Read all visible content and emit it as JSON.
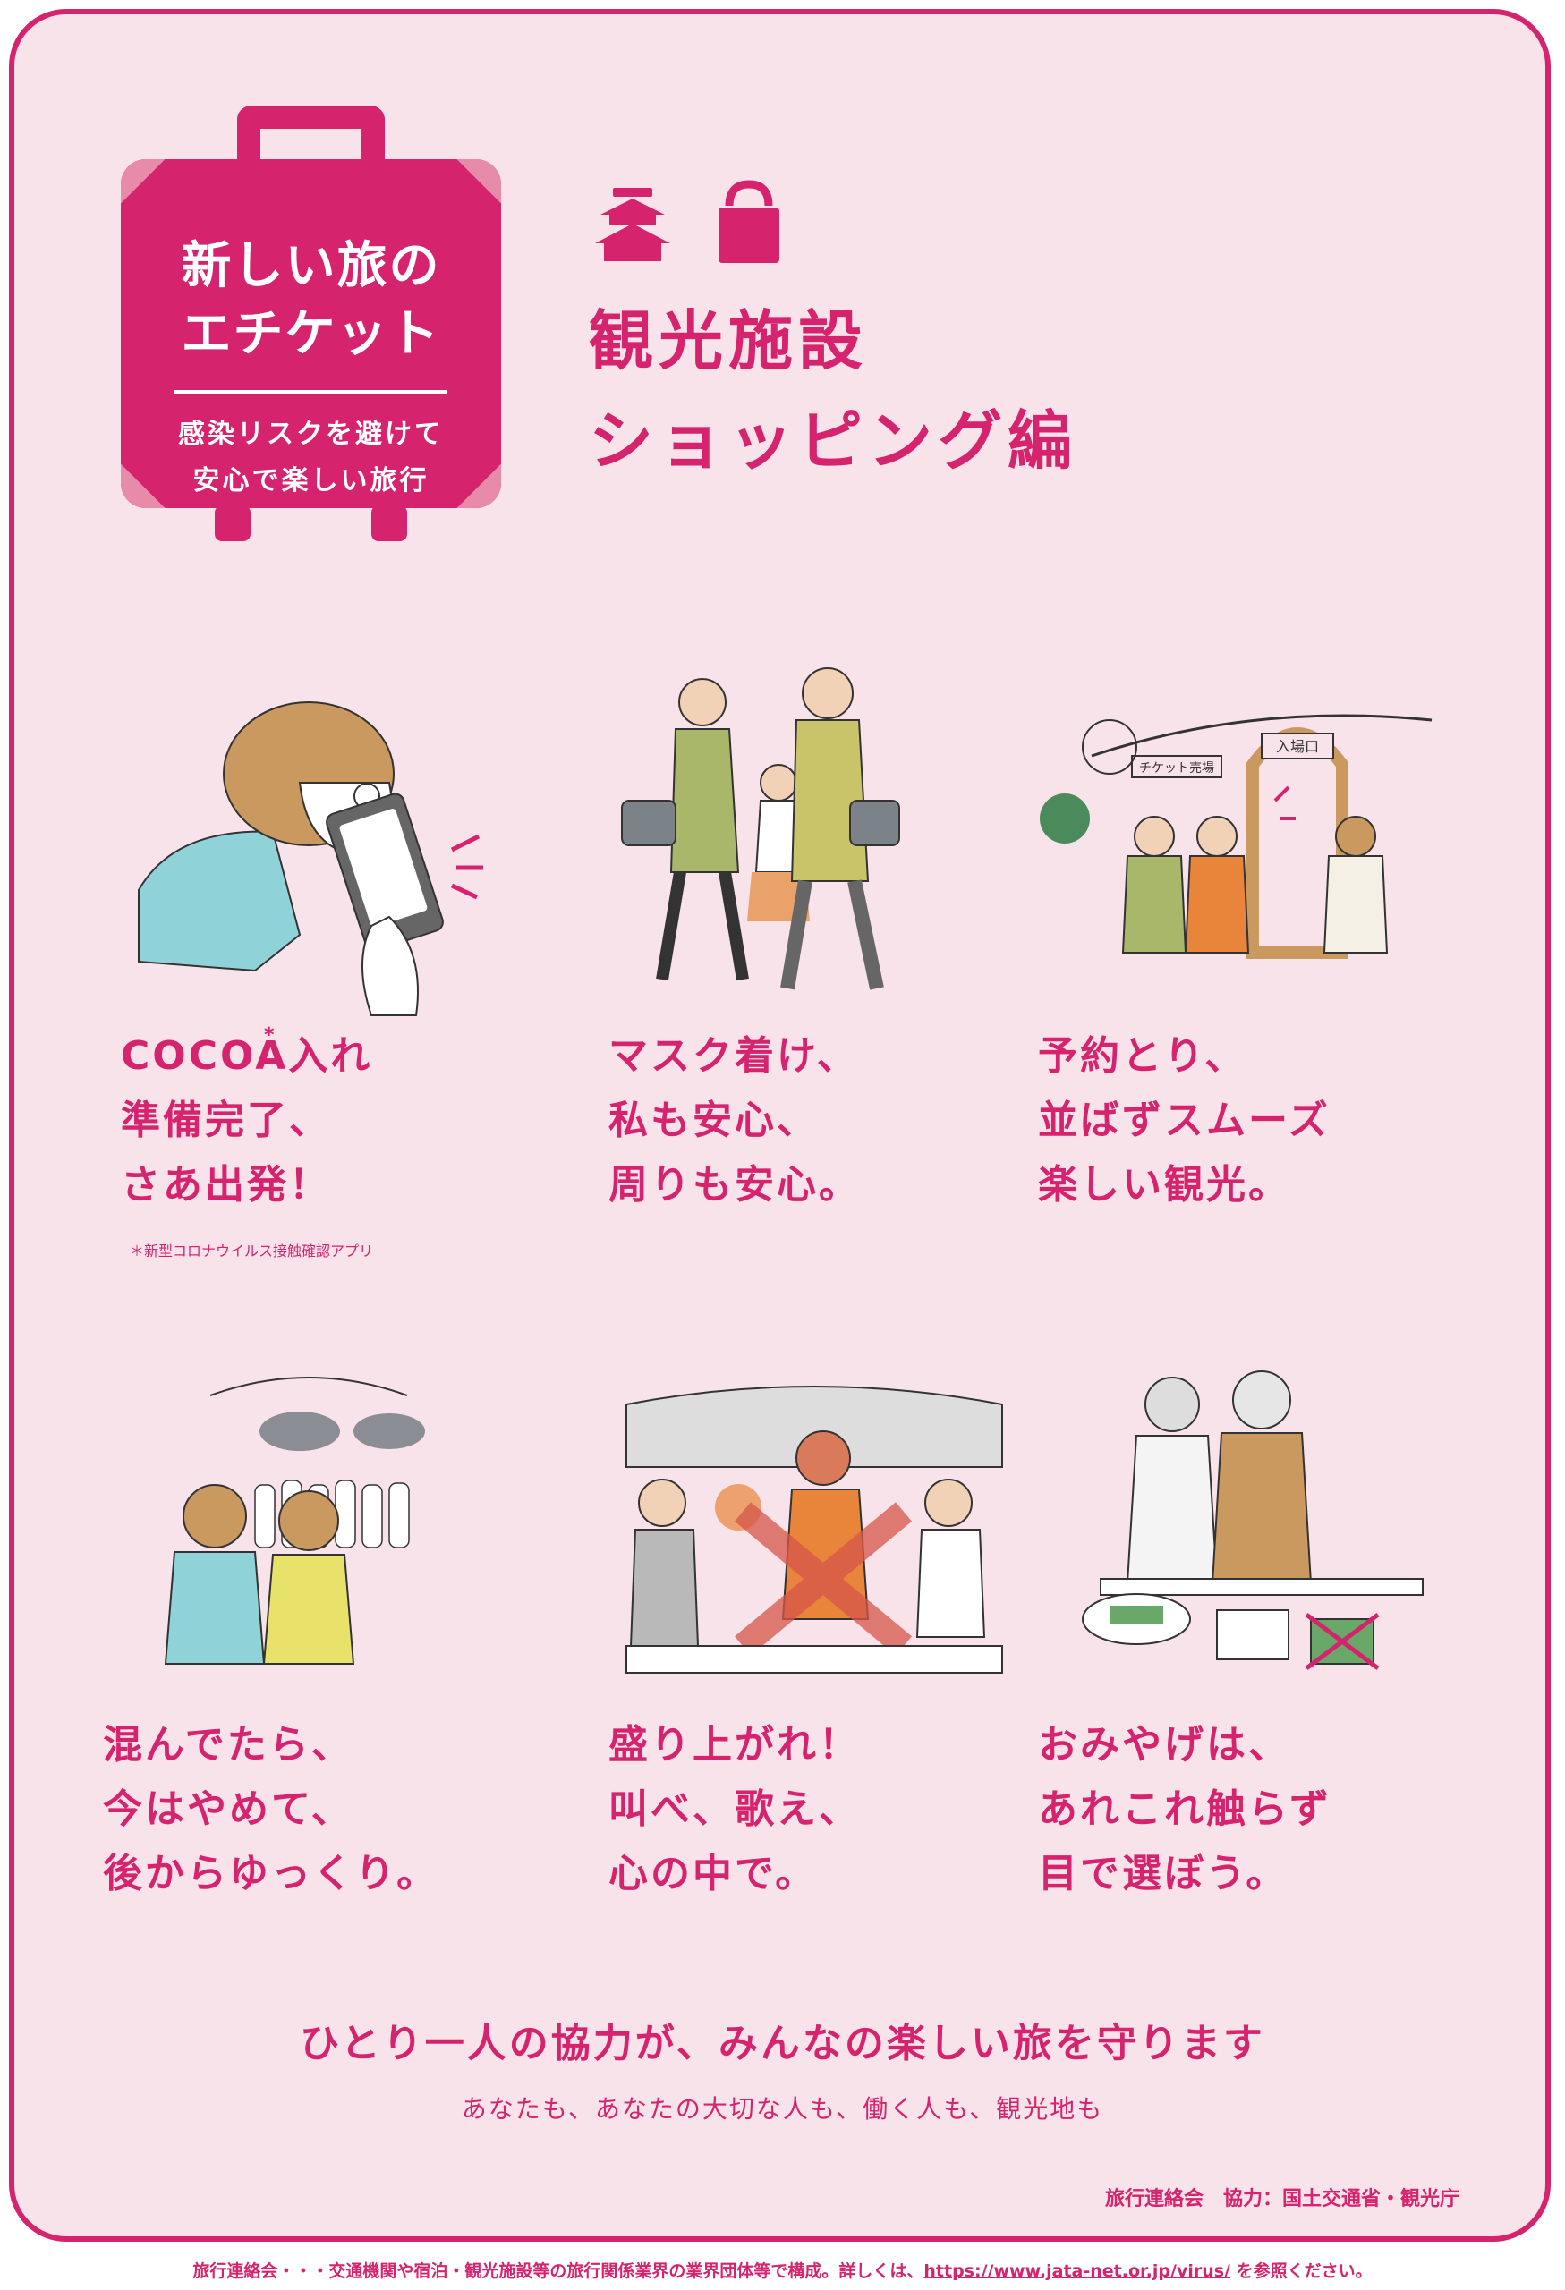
{
  "badge": {
    "title_lines": [
      "新しい旅の",
      "エチケット"
    ],
    "sub_lines": [
      "感染リスクを避けて",
      "安心で楽しい旅行"
    ]
  },
  "header": {
    "icons": [
      "castle-icon",
      "shopping-bag-icon"
    ],
    "title_lines": [
      "観光施設",
      "ショッピング編"
    ]
  },
  "panels": [
    {
      "lines": [
        "COCOA入れ",
        "準備完了、",
        "さあ出発！"
      ],
      "asterisk": "*",
      "note": "＊新型コロナウイルス接触確認アプリ"
    },
    {
      "lines": [
        "マスク着け、",
        "私も安心、",
        "周りも安心。"
      ]
    },
    {
      "lines": [
        "予約とり、",
        "並ばずスムーズ",
        "楽しい観光。"
      ]
    },
    {
      "lines": [
        "混んでたら、",
        "今はやめて、",
        "後からゆっくり。"
      ]
    },
    {
      "lines": [
        "盛り上がれ！",
        "叫べ、歌え、",
        "心の中で。"
      ]
    },
    {
      "lines": [
        "おみやげは、",
        "あれこれ触らず",
        "目で選ぼう。"
      ]
    }
  ],
  "illus_labels": {
    "ticket": "チケット売場",
    "entrance": "入場口"
  },
  "slogan": "ひとり一人の協力が、みんなの楽しい旅を守ります",
  "subslogan": "あなたも、あなたの大切な人も、働く人も、観光地も",
  "credit": "旅行連絡会　協力：国土交通省・観光庁",
  "footer": {
    "prefix": "旅行連絡会・・・交通機関や宿泊・観光施設等の旅行関係業界の業界団体等で構成。詳しくは、",
    "url": "https://www.jata-net.or.jp/virus/",
    "suffix": " を参照ください。"
  },
  "colors": {
    "accent": "#d6236d",
    "background": "#f9e3ea"
  }
}
